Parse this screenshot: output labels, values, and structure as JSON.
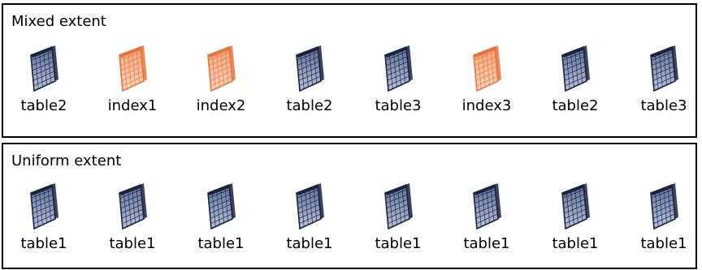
{
  "mixed_extent": {
    "title": "Mixed extent",
    "items": [
      {
        "label": "table2",
        "kind": "table",
        "color": "#1a2340"
      },
      {
        "label": "index1",
        "kind": "index",
        "color": "#e8733a"
      },
      {
        "label": "index2",
        "kind": "index",
        "color": "#e8733a"
      },
      {
        "label": "table2",
        "kind": "table",
        "color": "#1a2340"
      },
      {
        "label": "table3",
        "kind": "table",
        "color": "#1a2340"
      },
      {
        "label": "index3",
        "kind": "index",
        "color": "#e8733a"
      },
      {
        "label": "table2",
        "kind": "table",
        "color": "#1a2340"
      },
      {
        "label": "table3",
        "kind": "table",
        "color": "#1a2340"
      }
    ]
  },
  "uniform_extent": {
    "title": "Uniform extent",
    "items": [
      {
        "label": "table1",
        "kind": "table",
        "color": "#1a2340"
      },
      {
        "label": "table1",
        "kind": "table",
        "color": "#1a2340"
      },
      {
        "label": "table1",
        "kind": "table",
        "color": "#1a2340"
      },
      {
        "label": "table1",
        "kind": "table",
        "color": "#1a2340"
      },
      {
        "label": "table1",
        "kind": "table",
        "color": "#1a2340"
      },
      {
        "label": "table1",
        "kind": "table",
        "color": "#1a2340"
      },
      {
        "label": "table1",
        "kind": "table",
        "color": "#1a2340"
      },
      {
        "label": "table1",
        "kind": "table",
        "color": "#1a2340"
      }
    ]
  }
}
